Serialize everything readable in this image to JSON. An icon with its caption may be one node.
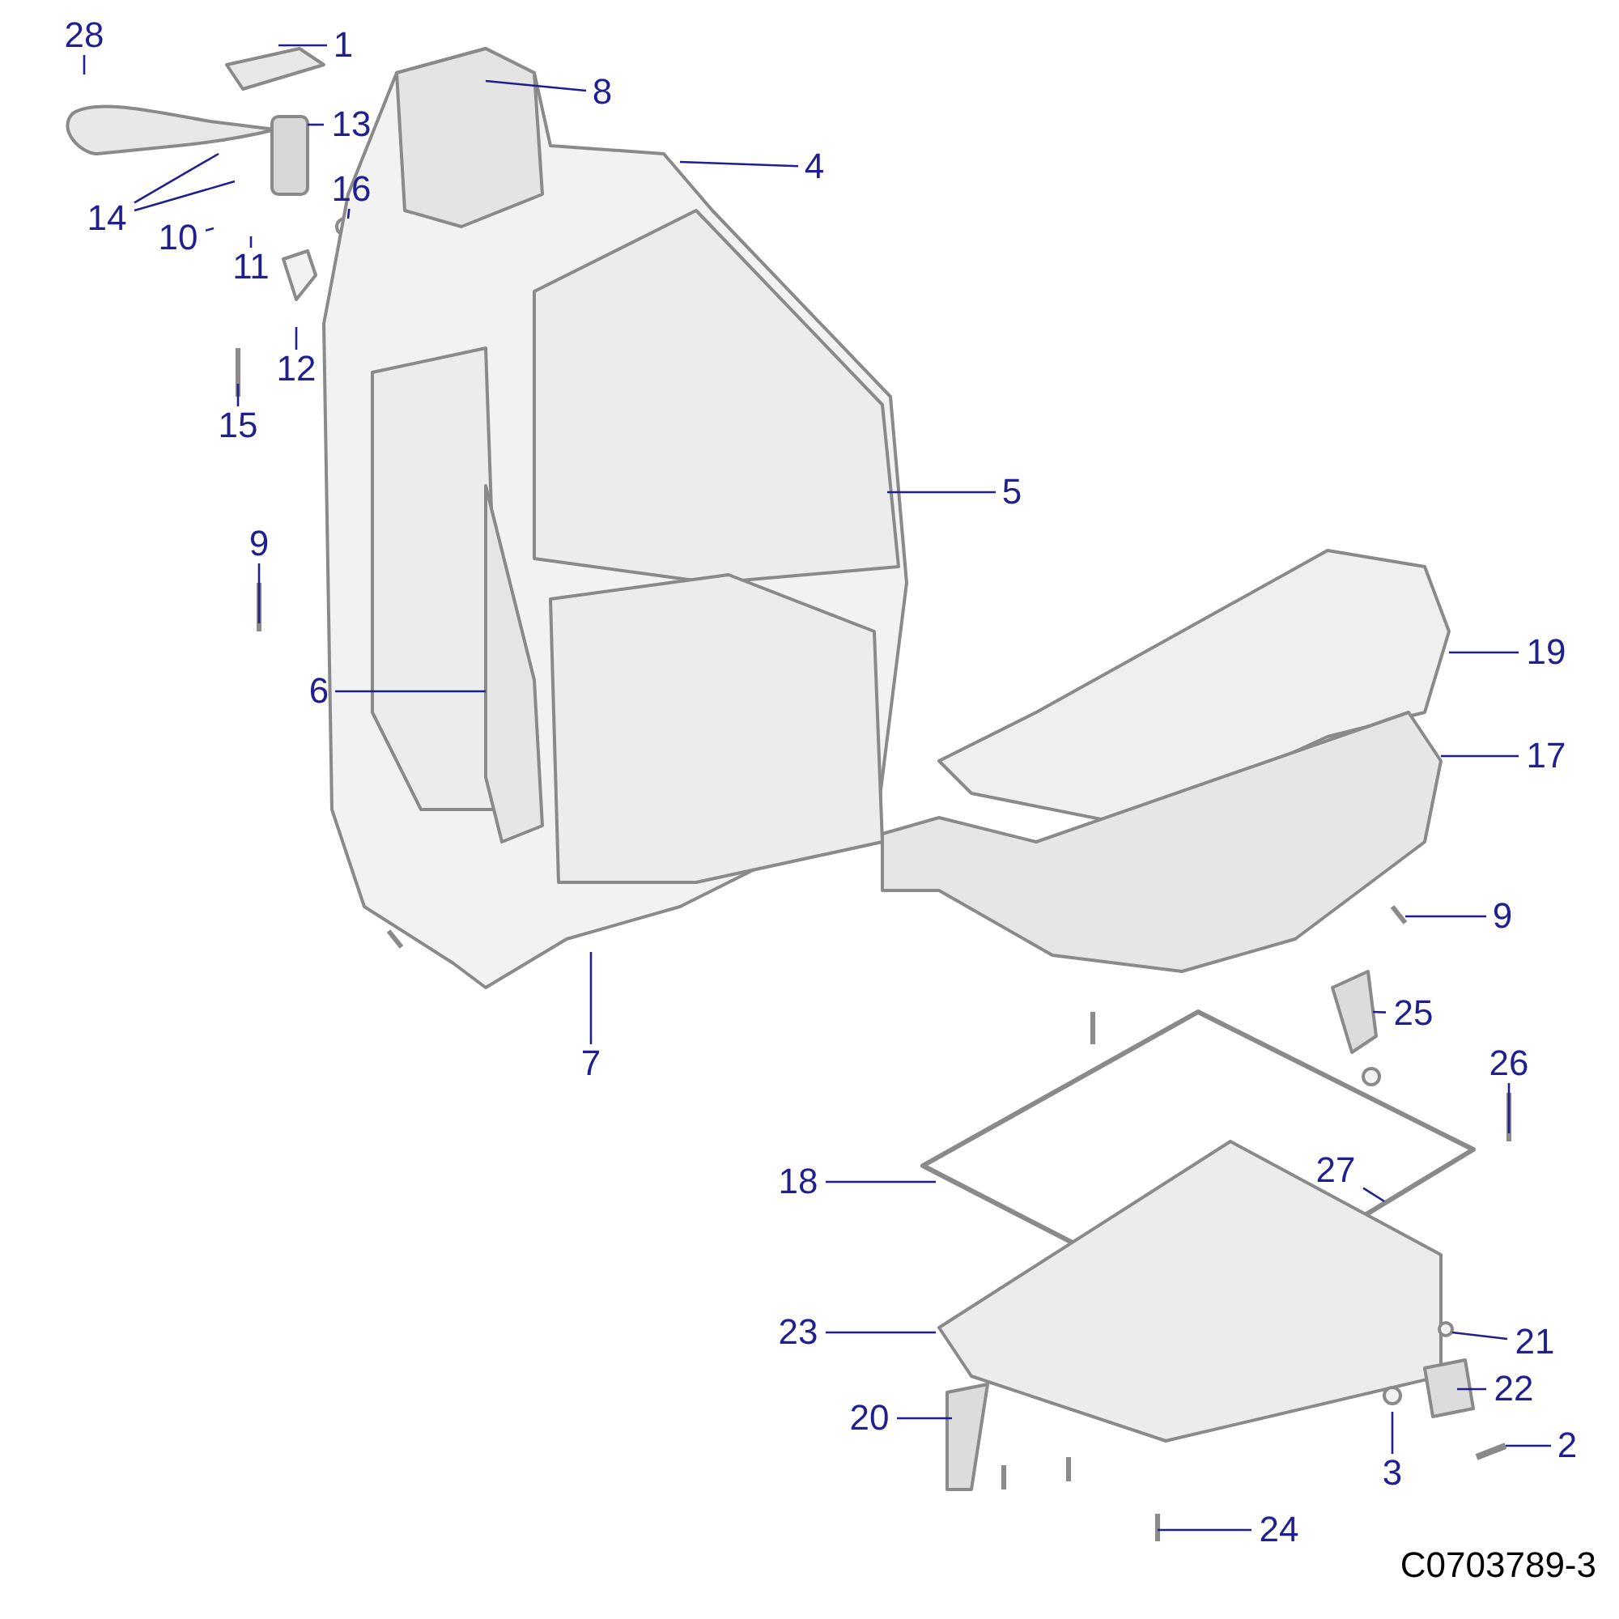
{
  "diagram": {
    "nodes": [
      {
        "text": [
          "28"
        ]
      },
      {
        "text": [
          "1"
        ]
      },
      {
        "text": [
          "8"
        ]
      },
      {
        "text": [
          "13"
        ]
      },
      {
        "text": [
          "4"
        ]
      },
      {
        "text": [
          "16"
        ]
      },
      {
        "text": [
          "14"
        ]
      },
      {
        "text": [
          "10"
        ]
      },
      {
        "text": [
          "11"
        ]
      },
      {
        "text": [
          "12"
        ]
      },
      {
        "text": [
          "15"
        ]
      },
      {
        "text": [
          "5"
        ]
      },
      {
        "text": [
          "9"
        ]
      },
      {
        "text": [
          "19"
        ]
      },
      {
        "text": [
          "6"
        ]
      },
      {
        "text": [
          "17"
        ]
      },
      {
        "text": [
          "9"
        ]
      },
      {
        "text": [
          "25"
        ]
      },
      {
        "text": [
          "7"
        ]
      },
      {
        "text": [
          "26"
        ]
      },
      {
        "text": [
          "27"
        ]
      },
      {
        "text": [
          "18"
        ]
      },
      {
        "text": [
          "23"
        ]
      },
      {
        "text": [
          "21"
        ]
      },
      {
        "text": [
          "22"
        ]
      },
      {
        "text": [
          "20"
        ]
      },
      {
        "text": [
          "2"
        ]
      },
      {
        "text": [
          "3"
        ]
      },
      {
        "text": [
          "24"
        ]
      }
    ],
    "edges": [
      {
        "from": 0,
        "to": null,
        "arrow": "none"
      },
      {
        "from": 1,
        "to": null,
        "arrow": "none"
      },
      {
        "from": 2,
        "to": null,
        "arrow": "none"
      },
      {
        "from": 3,
        "to": null,
        "arrow": "none"
      },
      {
        "from": 4,
        "to": null,
        "arrow": "none"
      },
      {
        "from": 5,
        "to": null,
        "arrow": "none"
      },
      {
        "from": 6,
        "to": null,
        "arrow": "none"
      },
      {
        "from": 6,
        "to": null,
        "arrow": "none"
      },
      {
        "from": 7,
        "to": null,
        "arrow": "none"
      },
      {
        "from": 8,
        "to": null,
        "arrow": "none"
      },
      {
        "from": 9,
        "to": null,
        "arrow": "none"
      },
      {
        "from": 10,
        "to": null,
        "arrow": "none"
      },
      {
        "from": 11,
        "to": null,
        "arrow": "none"
      },
      {
        "from": 12,
        "to": null,
        "arrow": "none"
      },
      {
        "from": 13,
        "to": null,
        "arrow": "none"
      },
      {
        "from": 14,
        "to": null,
        "arrow": "none"
      },
      {
        "from": 15,
        "to": null,
        "arrow": "none"
      },
      {
        "from": 16,
        "to": null,
        "arrow": "none"
      },
      {
        "from": 17,
        "to": null,
        "arrow": "none"
      },
      {
        "from": 18,
        "to": null,
        "arrow": "none"
      },
      {
        "from": 19,
        "to": null,
        "arrow": "none"
      },
      {
        "from": 20,
        "to": null,
        "arrow": "none"
      },
      {
        "from": 21,
        "to": null,
        "arrow": "none"
      },
      {
        "from": 22,
        "to": null,
        "arrow": "none"
      },
      {
        "from": 23,
        "to": null,
        "arrow": "none"
      },
      {
        "from": 24,
        "to": null,
        "arrow": "none"
      },
      {
        "from": 25,
        "to": null,
        "arrow": "none"
      },
      {
        "from": 26,
        "to": null,
        "arrow": "none"
      },
      {
        "from": 27,
        "to": null,
        "arrow": "none"
      },
      {
        "from": 28,
        "to": null,
        "arrow": "none"
      }
    ],
    "labels": [
      "C0703789-3"
    ]
  }
}
